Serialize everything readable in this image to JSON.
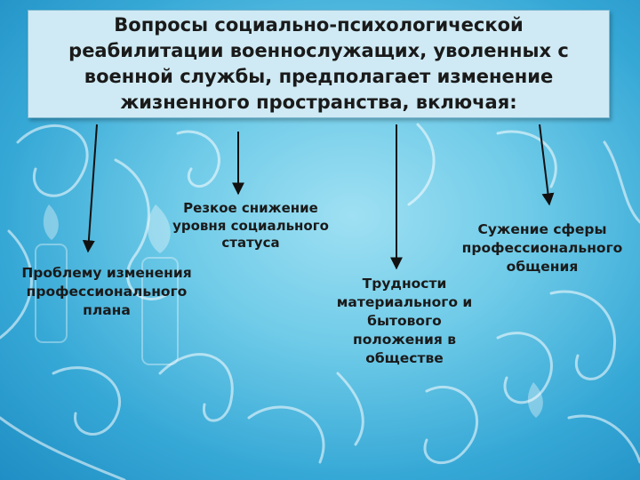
{
  "title": "Вопросы социально-психологической\nреабилитации военнослужащих, уволенных с\nвоенной службы, предполагает изменение\nжизненного пространства, включая:",
  "items": [
    {
      "text": "Проблему изменения\nпрофессионального\nплана"
    },
    {
      "text": "Резкое снижение\nуровня социального\nстатуса"
    },
    {
      "text": "Трудности\nматериального и\nбытового\nположения в\nобществе"
    },
    {
      "text": "Сужение сферы\nпрофессионального\nобщения"
    }
  ],
  "colors": {
    "background": "#5cc1e4",
    "title_box": "#cfeaf4",
    "arrow": "#111111",
    "decor": "#ffffff"
  }
}
